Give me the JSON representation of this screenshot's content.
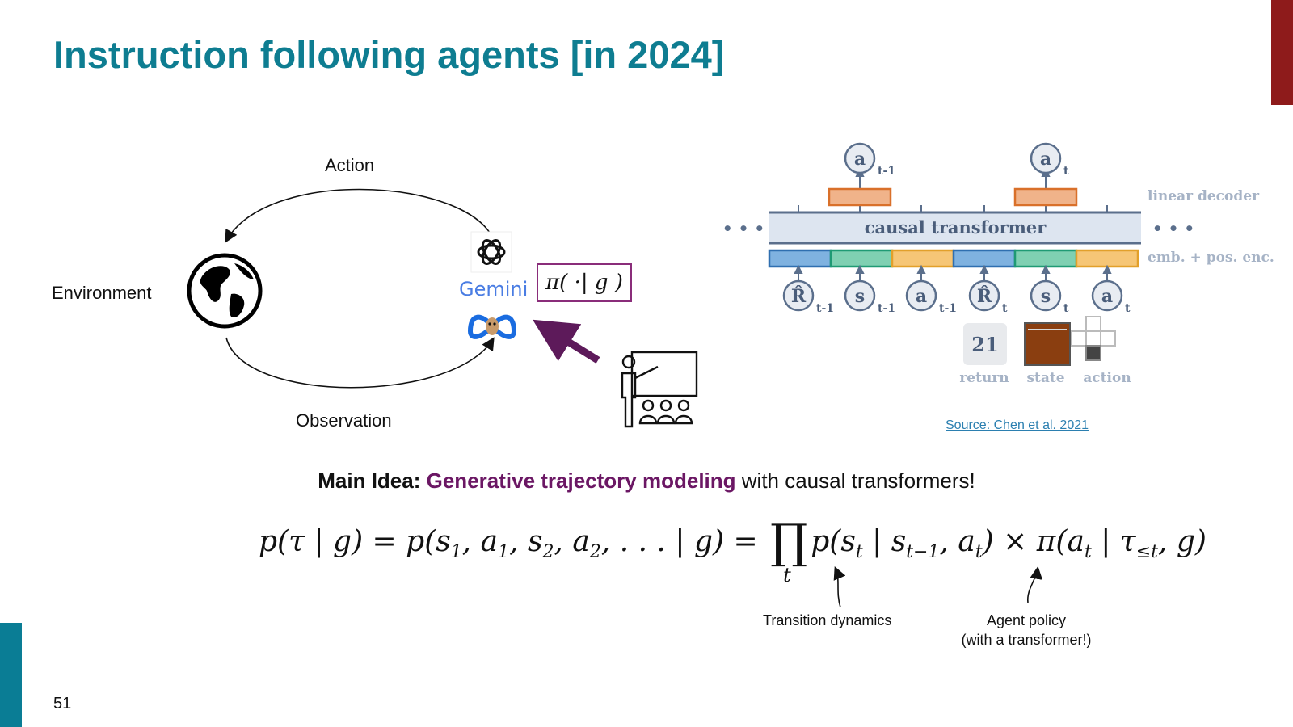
{
  "colors": {
    "title": "#0e7d91",
    "red": "#8e1b1b",
    "teal": "#0a7d95",
    "purple": "#6b1764",
    "link": "#2b7fb0"
  },
  "slide": {
    "title": "Instruction following agents [in 2024]",
    "page_number": "51"
  },
  "loop": {
    "action_label": "Action",
    "observation_label": "Observation",
    "environment_label": "Environment"
  },
  "models": {
    "gemini_label": "Gemini",
    "icons": [
      "openai-logo-icon",
      "gemini-logo-icon",
      "meta-llama-logo-icon"
    ]
  },
  "policy": {
    "symbol": "π( ·| g )"
  },
  "diagram": {
    "transformer_label": "causal transformer",
    "decoder_label": "linear decoder",
    "embedding_label": "emb. + pos. enc.",
    "ellipsis": "• • •",
    "outputs": [
      {
        "symbol": "a",
        "sub": "t-1"
      },
      {
        "symbol": "a",
        "sub": "t"
      }
    ],
    "inputs": [
      {
        "symbol": "R̂",
        "sub": "t-1"
      },
      {
        "symbol": "s",
        "sub": "t-1"
      },
      {
        "symbol": "a",
        "sub": "t-1"
      },
      {
        "symbol": "R̂",
        "sub": "t"
      },
      {
        "symbol": "s",
        "sub": "t"
      },
      {
        "symbol": "a",
        "sub": "t"
      }
    ],
    "return_value": "21",
    "bottom_labels": [
      "return",
      "state",
      "action"
    ],
    "source": "Source: Chen et al. 2021"
  },
  "main_idea": {
    "lead": "Main Idea:",
    "highlight": "Generative trajectory modeling",
    "rest": "with causal transformers!"
  },
  "equation": {
    "lhs": "p(τ | g) = p(s",
    "prod_sub": "t",
    "notes": {
      "transition": "Transition dynamics",
      "policy_line1": "Agent policy",
      "policy_line2": "(with a transformer!)"
    }
  }
}
